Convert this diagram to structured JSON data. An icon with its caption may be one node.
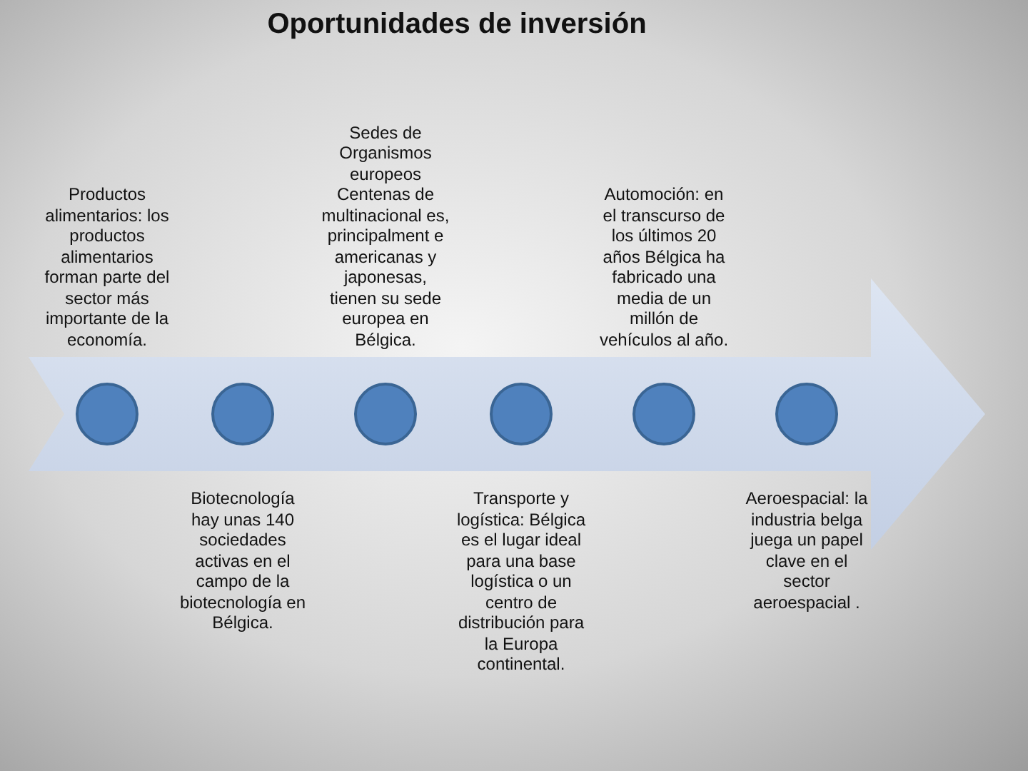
{
  "diagram": {
    "title": "Oportunidades de inversión",
    "nodes": [
      {
        "text": [],
        "shape": "circle",
        "beside": [
          "Productos alimentarios: los productos alimentarios forman parte del sector más importante de la economía."
        ]
      },
      {
        "text": [],
        "shape": "circle",
        "beside": [
          "Biotecnología hay unas 140 sociedades activas en el campo de la biotecnología en Bélgica."
        ]
      },
      {
        "text": [],
        "shape": "circle",
        "beside": [
          "Sedes de Organismos europeos Centenas de multinacional es, principalment e americanas y japonesas, tienen su sede europea en Bélgica."
        ]
      },
      {
        "text": [],
        "shape": "circle",
        "beside": [
          "Transporte y logística: Bélgica es el lugar ideal para una base logística o un centro de distribución para la Europa continental."
        ]
      },
      {
        "text": [],
        "shape": "circle",
        "beside": [
          "Automoción: en el transcurso de los últimos 20 años Bélgica ha fabricado una media de un millón de vehículos al año."
        ]
      },
      {
        "text": [],
        "shape": "circle",
        "beside": [
          "Aeroespacial: la industria belga juega un papel clave en el sector aeroespacial ."
        ]
      }
    ]
  }
}
